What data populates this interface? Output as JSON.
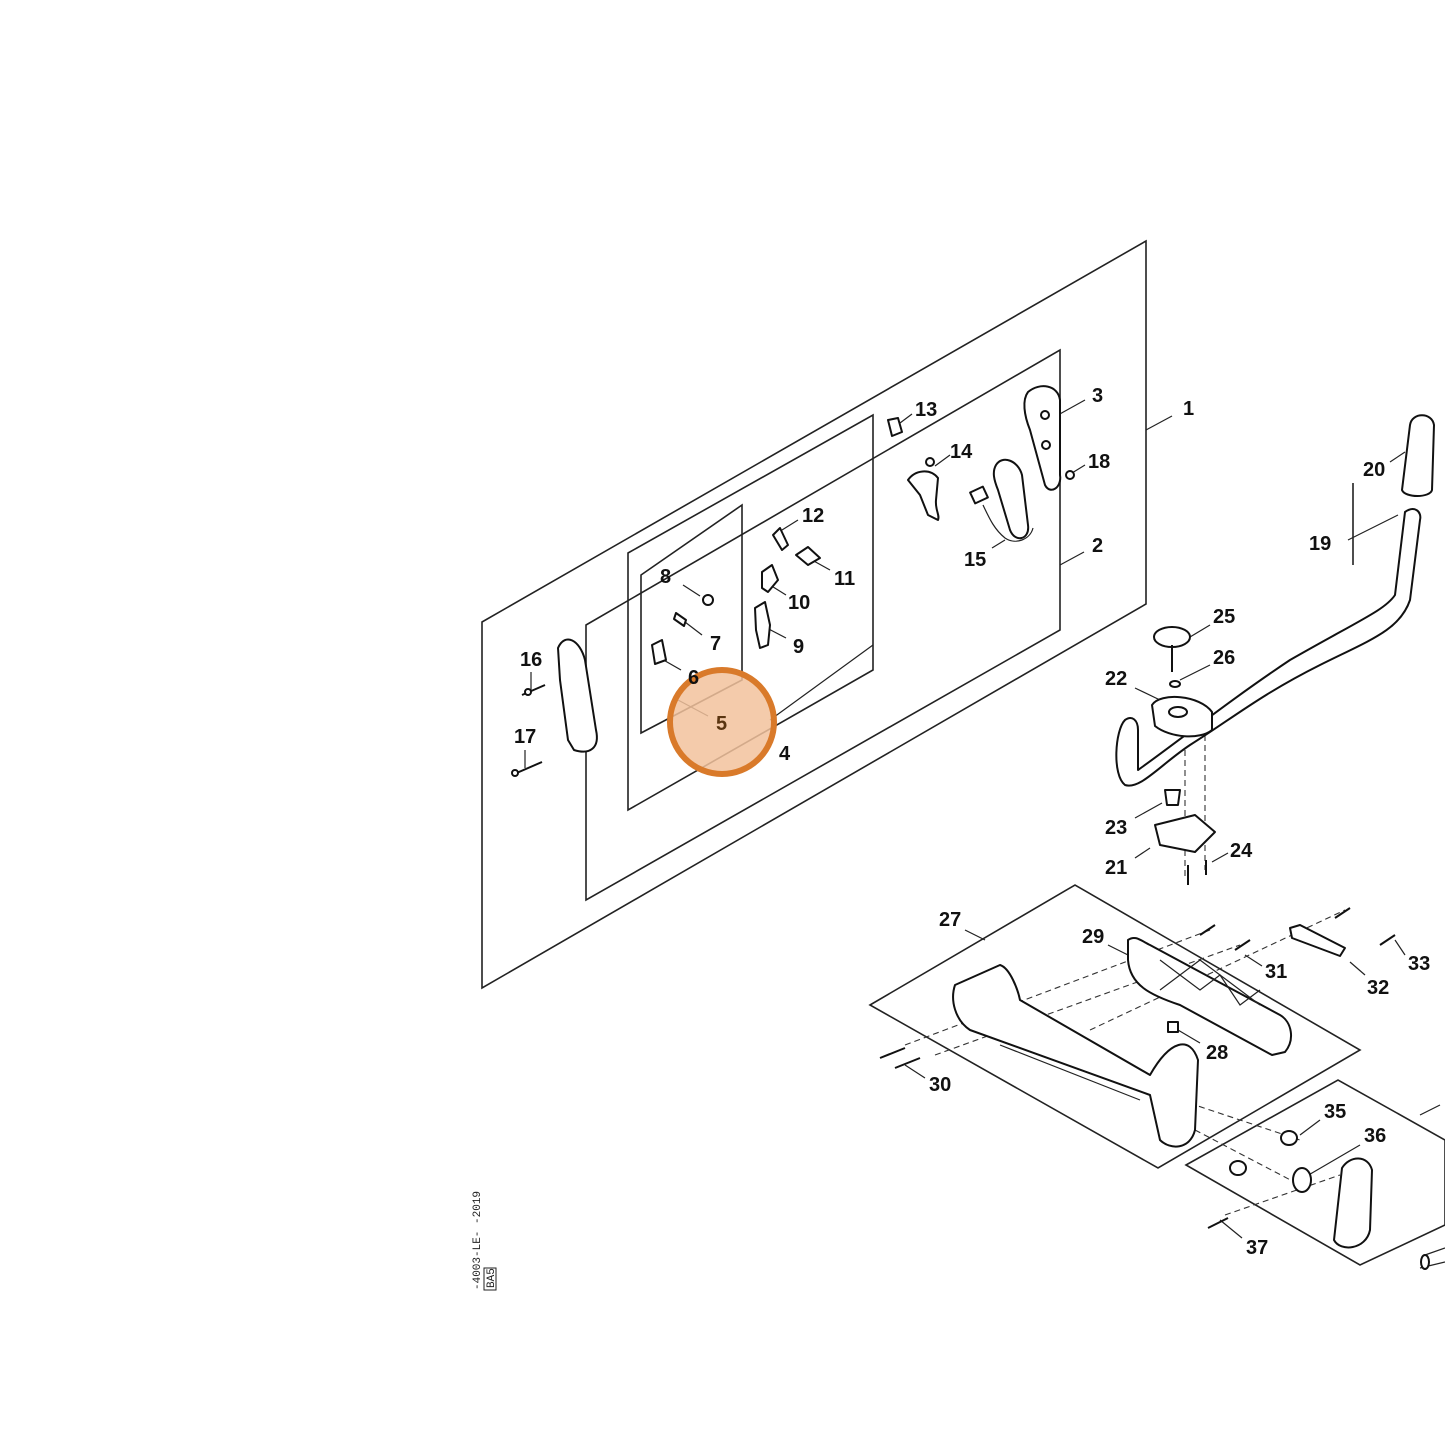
{
  "diagram": {
    "callouts": [
      "1",
      "2",
      "3",
      "4",
      "5",
      "6",
      "7",
      "8",
      "9",
      "10",
      "11",
      "12",
      "13",
      "14",
      "15",
      "16",
      "17",
      "18",
      "19",
      "20",
      "21",
      "22",
      "23",
      "24",
      "25",
      "26",
      "27",
      "28",
      "29",
      "30",
      "31",
      "32",
      "33",
      "35",
      "36",
      "37"
    ],
    "highlight": {
      "label": "5",
      "fill": "#f2c29c",
      "stroke": "#d97a2a"
    },
    "stamp": {
      "code": "-4003-LE- -2019",
      "box": "BA5"
    }
  }
}
